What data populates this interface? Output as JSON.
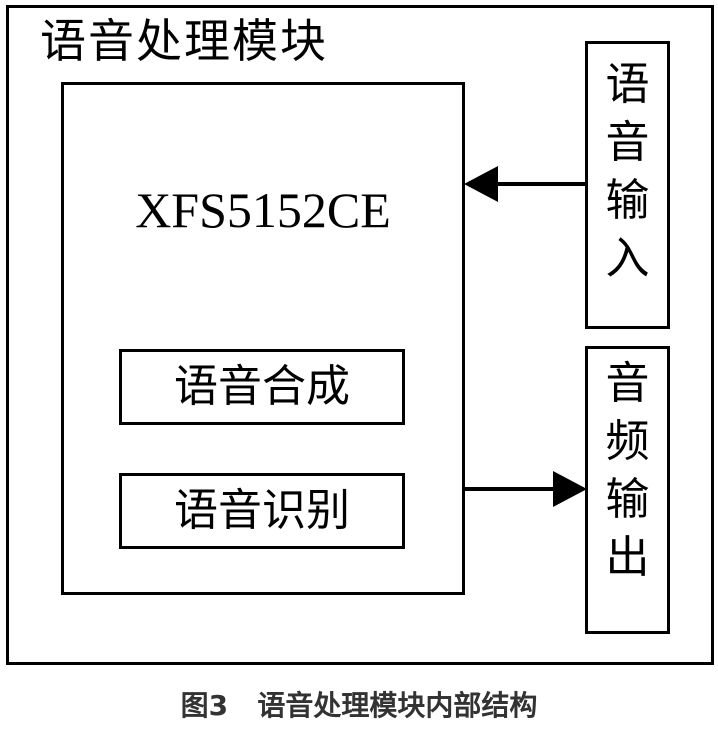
{
  "module": {
    "title": "语音处理模块"
  },
  "chip": {
    "name": "XFS5152CE",
    "functions": [
      "语音合成",
      "语音识别"
    ]
  },
  "io": {
    "input_label": [
      "语",
      "音",
      "输",
      "入"
    ],
    "output_label": [
      "音",
      "频",
      "输",
      "出"
    ]
  },
  "caption": "图3   语音处理模块内部结构"
}
